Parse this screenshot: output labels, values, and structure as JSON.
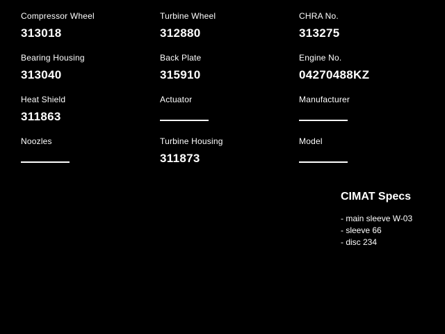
{
  "fields": [
    {
      "label": "Compressor Wheel",
      "value": "313018"
    },
    {
      "label": "Turbine Wheel",
      "value": "312880"
    },
    {
      "label": "CHRA No.",
      "value": "313275"
    },
    {
      "label": "Bearing Housing",
      "value": "313040"
    },
    {
      "label": "Back Plate",
      "value": "315910"
    },
    {
      "label": "Engine No.",
      "value": "04270488KZ"
    },
    {
      "label": "Heat Shield",
      "value": "311863"
    },
    {
      "label": "Actuator",
      "value": ""
    },
    {
      "label": "Manufacturer",
      "value": ""
    },
    {
      "label": "Noozles",
      "value": ""
    },
    {
      "label": "Turbine Housing",
      "value": "311873"
    },
    {
      "label": "Model",
      "value": ""
    }
  ],
  "specs": {
    "title": "CIMAT Specs",
    "items": [
      "- main sleeve W-03",
      "- sleeve 66",
      "- disc 234"
    ]
  }
}
